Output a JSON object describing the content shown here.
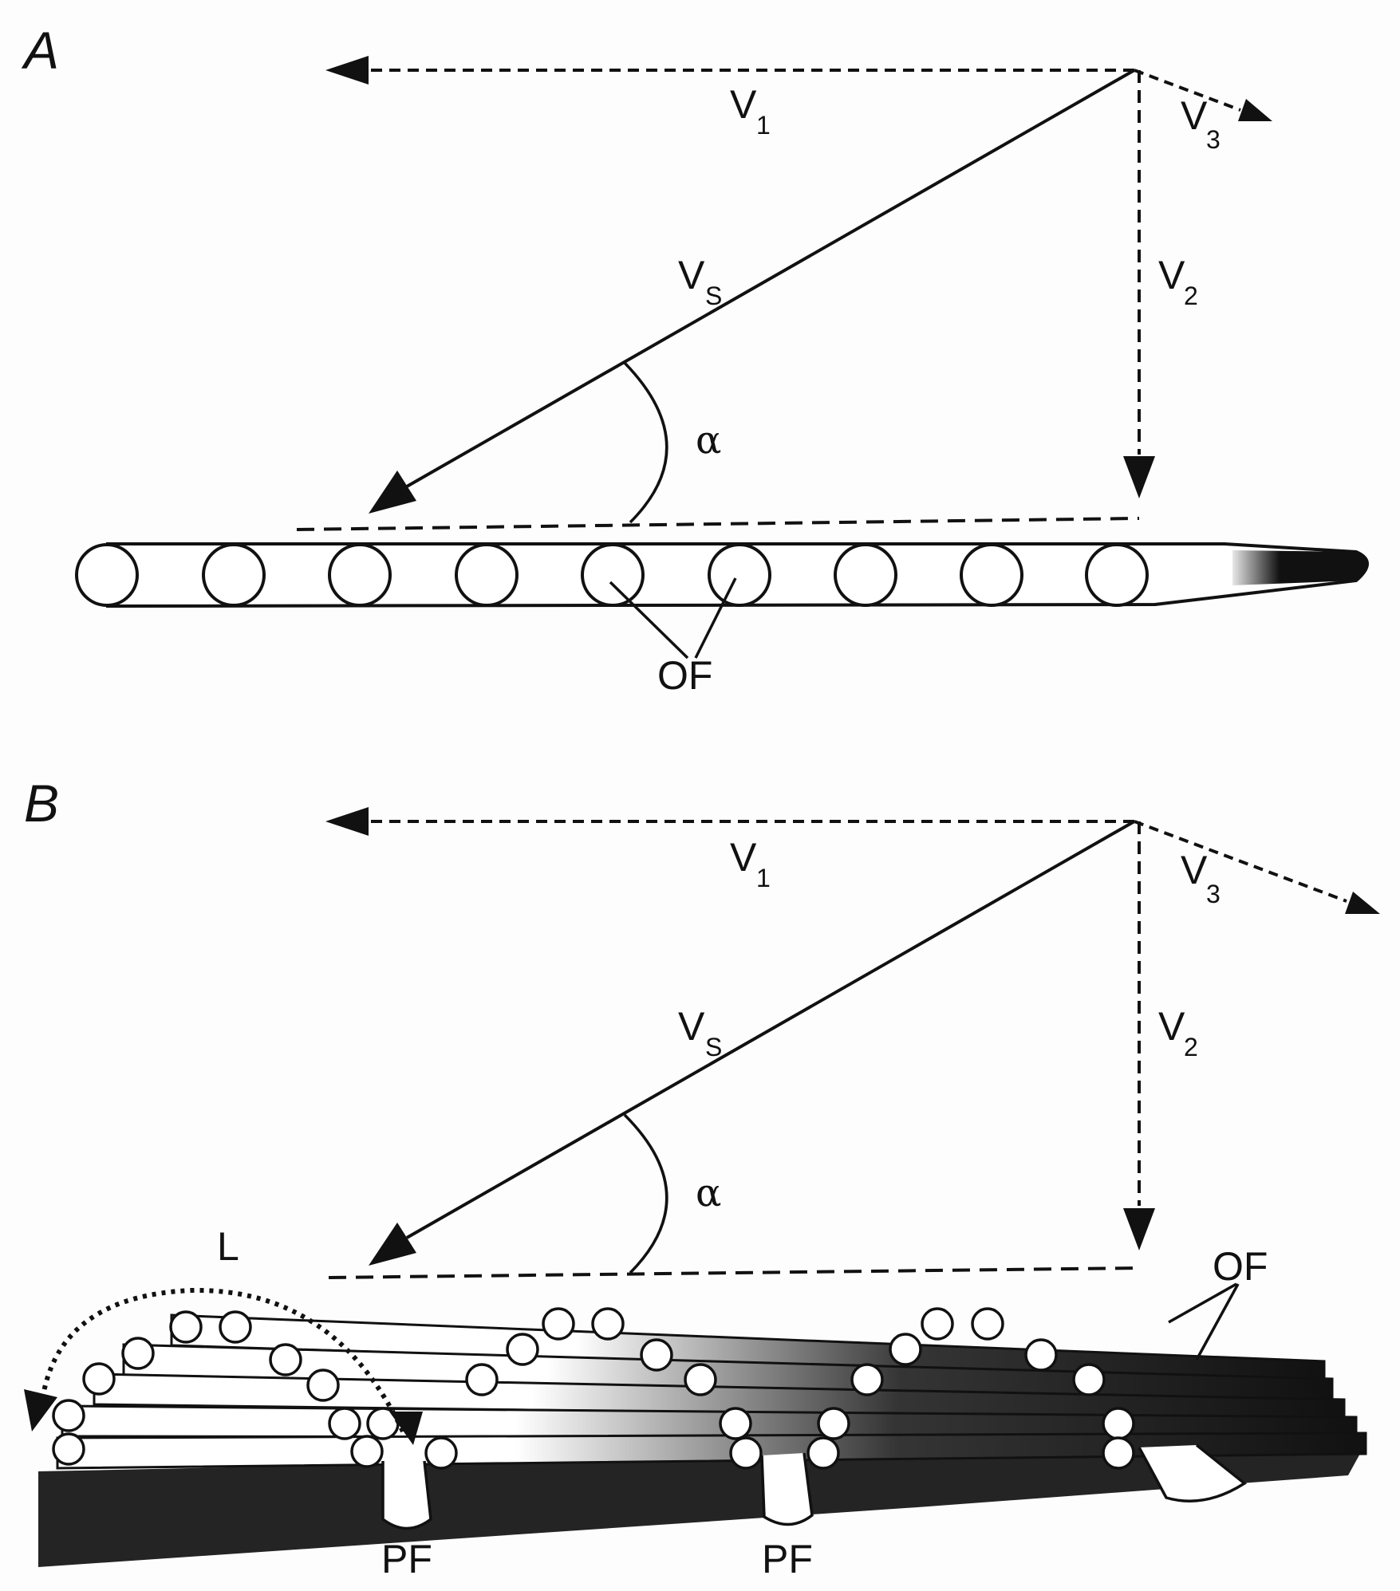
{
  "panels": [
    {
      "id": "A",
      "label": "A",
      "v1": {
        "main": "V",
        "sub": "1"
      },
      "v2": {
        "main": "V",
        "sub": "2"
      },
      "v3": {
        "main": "V",
        "sub": "3"
      },
      "vs": {
        "main": "V",
        "sub": "S"
      },
      "angle": "α",
      "fiber_label": "OF"
    },
    {
      "id": "B",
      "label": "B",
      "v1": {
        "main": "V",
        "sub": "1"
      },
      "v2": {
        "main": "V",
        "sub": "2"
      },
      "v3": {
        "main": "V",
        "sub": "3"
      },
      "vs": {
        "main": "V",
        "sub": "S"
      },
      "angle": "α",
      "loop_label": "L",
      "fiber_label": "OF",
      "pf_labels": [
        "PF",
        "PF"
      ]
    }
  ],
  "colors": {
    "ink": "#111111"
  }
}
